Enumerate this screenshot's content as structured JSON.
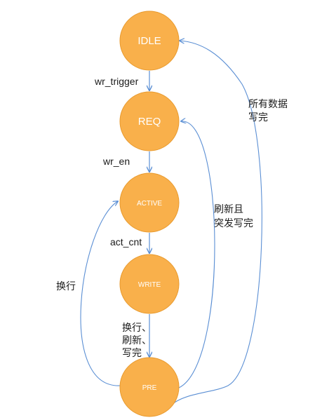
{
  "states": {
    "idle": "IDLE",
    "req": "REQ",
    "active": "ACTIVE",
    "write": "WRITE",
    "pre": "PRE"
  },
  "transitions": {
    "idle_to_req": "wr_trigger",
    "req_to_active": "wr_en",
    "active_to_write": "act_cnt",
    "write_to_pre_line1": "换行、",
    "write_to_pre_line2": "刷新、",
    "write_to_pre_line3": "写完",
    "pre_to_active": "换行",
    "pre_to_req_line1": "刷新且",
    "pre_to_req_line2": "突发写完",
    "pre_to_idle_line1": "所有数据",
    "pre_to_idle_line2": "写完"
  },
  "colors": {
    "node_fill": "#F9B04B",
    "node_stroke": "#E89A2E",
    "edge": "#5B8FD4",
    "text": "#1a1a1a"
  }
}
